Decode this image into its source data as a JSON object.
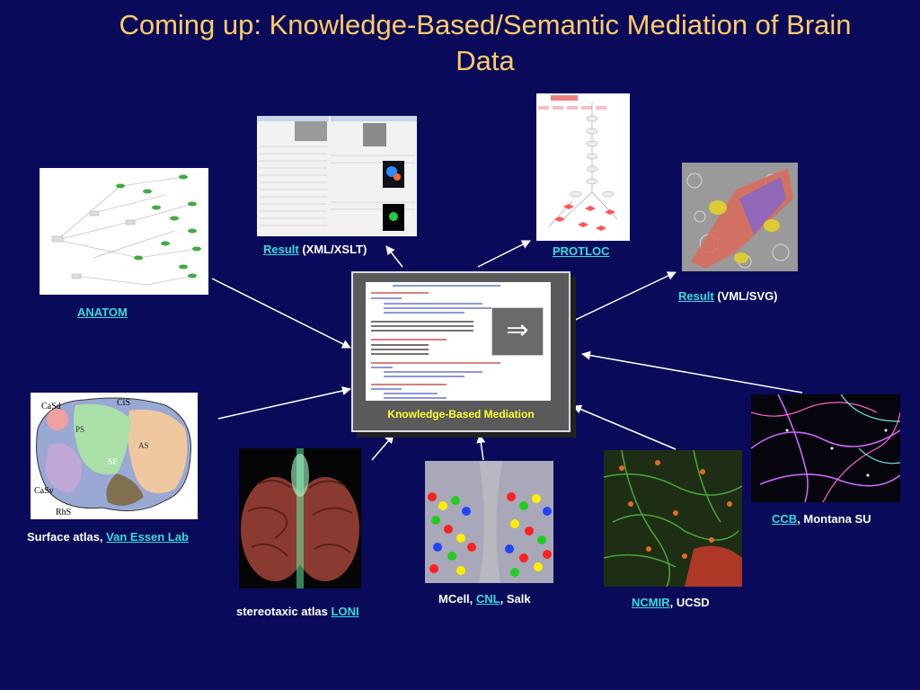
{
  "title": "Coming up: Knowledge-Based/Semantic Mediation of Brain Data",
  "center": {
    "label": "Knowledge-Based Mediation",
    "implies_glyph": "⇒"
  },
  "captions": {
    "result_xml": {
      "link": "Result",
      "text": " (XML/XSLT)"
    },
    "protloc": {
      "link": "PROTLOC"
    },
    "result_vml": {
      "link": "Result",
      "text": " (VML/SVG)"
    },
    "anatom": {
      "link": "ANATOM"
    },
    "surface": {
      "text": "Surface atlas, ",
      "link": "Van Essen Lab"
    },
    "stereo": {
      "text": "stereotaxic atlas ",
      "link": "LONI"
    },
    "mcell": {
      "pre": "MCell, ",
      "link": "CNL",
      "post": ", Salk"
    },
    "ncmir": {
      "link": "NCMIR",
      "post": ", UCSD"
    },
    "ccb": {
      "link": "CCB",
      "post": ", Montana SU"
    }
  },
  "atlas_labels": [
    "CaSd",
    "CiS",
    "CaSv",
    "RhS",
    "SF",
    "PS",
    "AS"
  ],
  "colors": {
    "background": "#0a0a5a",
    "title": "#ffcc66",
    "link": "#33dddd",
    "center_label": "#ffff33"
  }
}
